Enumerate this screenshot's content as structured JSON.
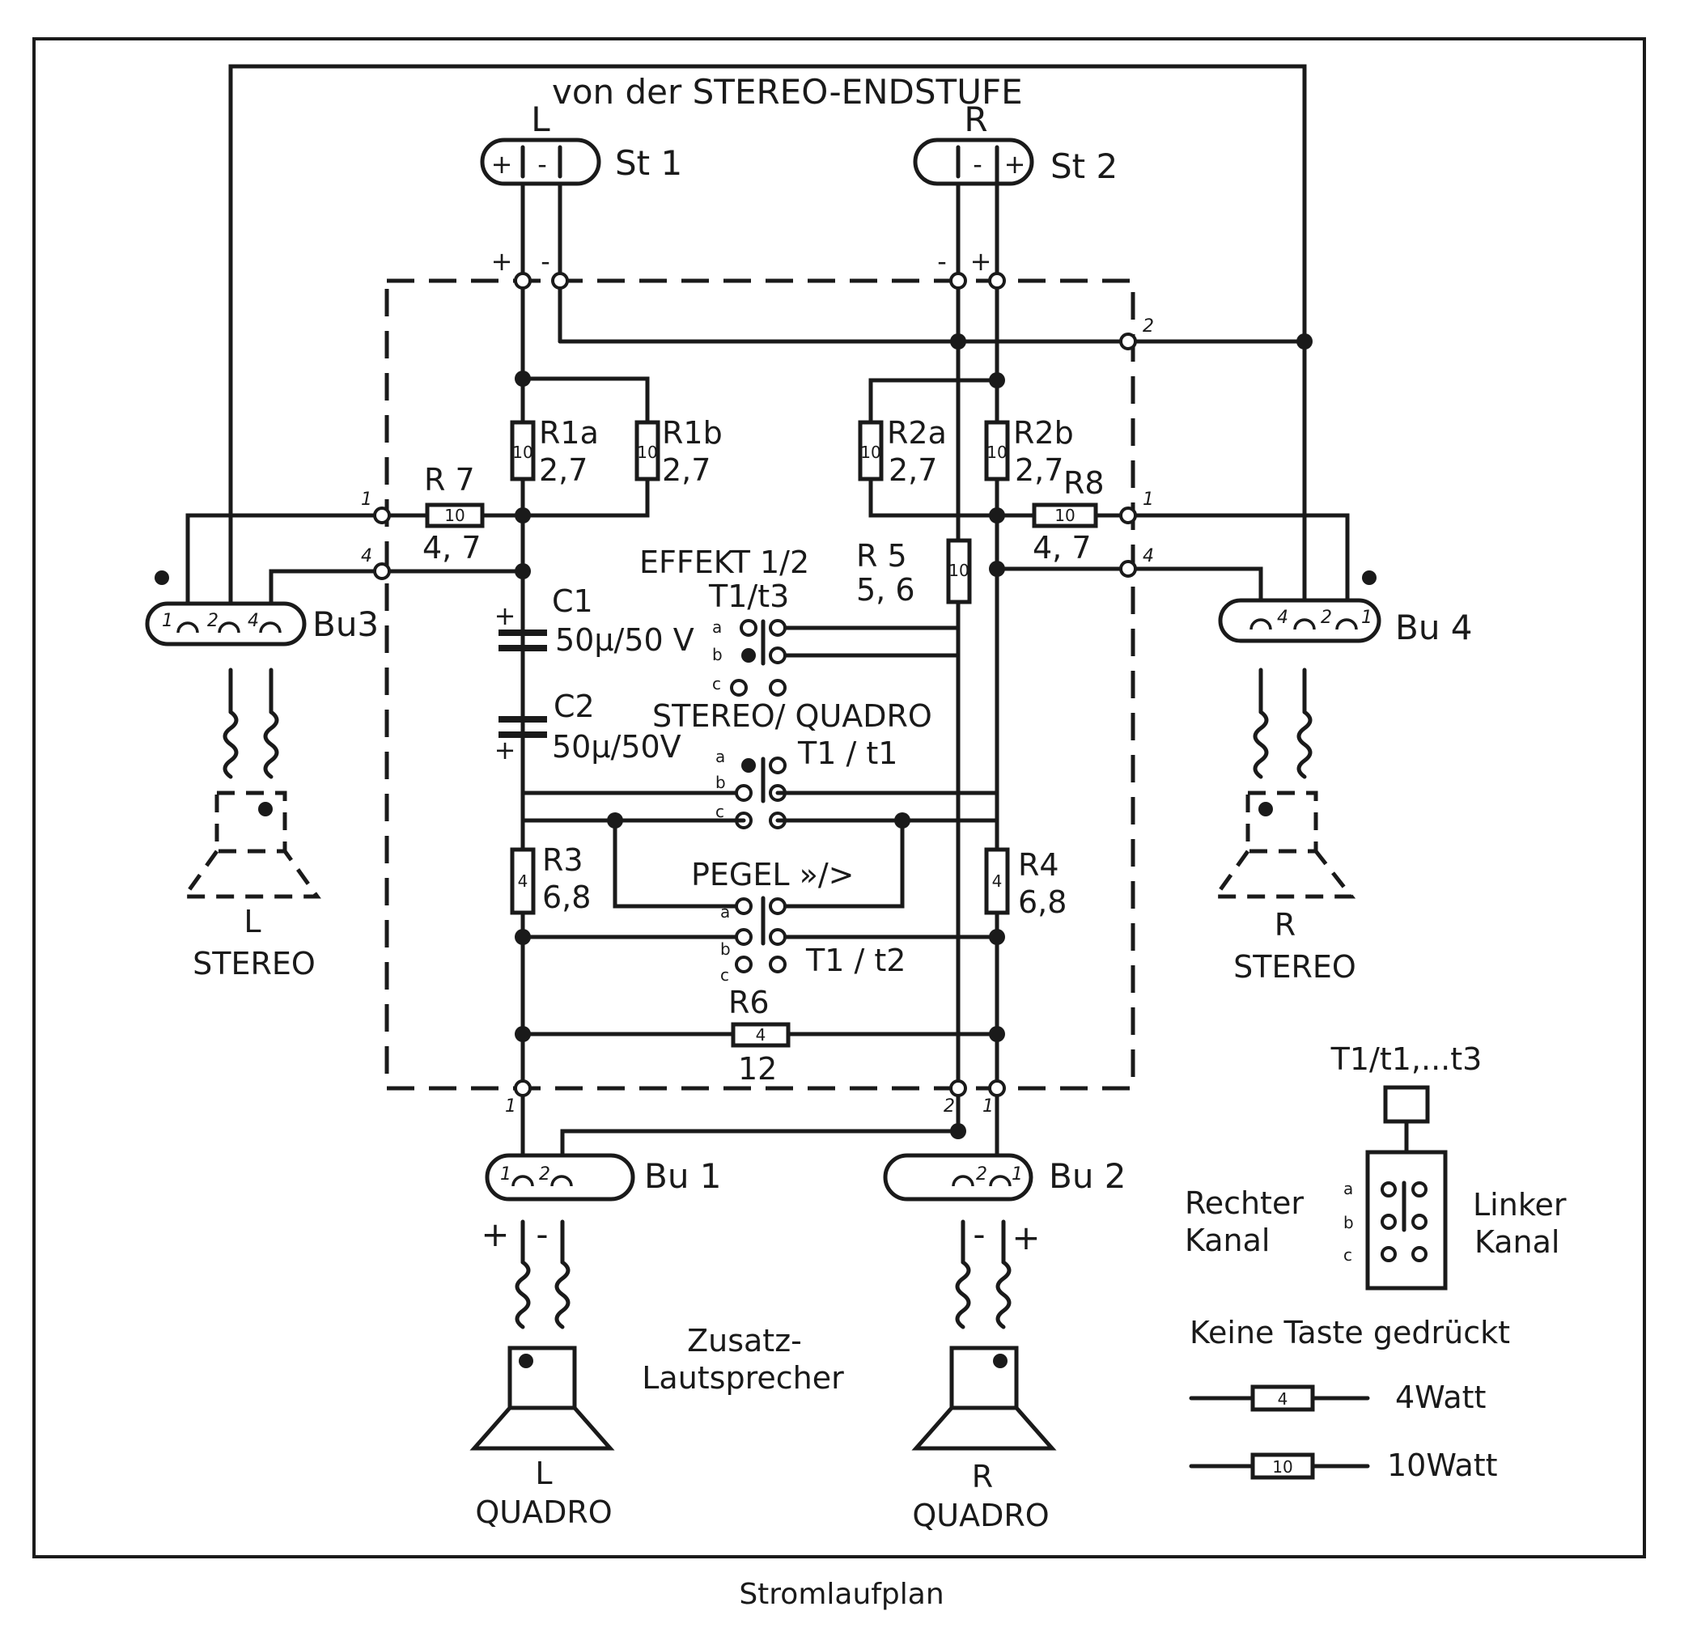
{
  "source": {
    "label": "von der STEREO-ENDSTUFE",
    "left": "L",
    "right": "R"
  },
  "plugs": {
    "st1": "St 1",
    "st2": "St 2"
  },
  "polarity": {
    "plus": "+",
    "minus": "-"
  },
  "sockets": {
    "bu1": "Bu 1",
    "bu2": "Bu 2",
    "bu3": "Bu3",
    "bu4": "Bu 4"
  },
  "pins": {
    "p1": "1",
    "p2": "2",
    "p4": "4"
  },
  "resistors": {
    "r1a": {
      "name": "R1a",
      "value": "2,7",
      "watt": "10"
    },
    "r1b": {
      "name": "R1b",
      "value": "2,7",
      "watt": "10"
    },
    "r2a": {
      "name": "R2a",
      "value": "2,7",
      "watt": "10"
    },
    "r2b": {
      "name": "R2b",
      "value": "2,7",
      "watt": "10"
    },
    "r3": {
      "name": "R3",
      "value": "6,8",
      "watt": "4"
    },
    "r4": {
      "name": "R4",
      "value": "6,8",
      "watt": "4"
    },
    "r5": {
      "name": "R 5",
      "value": "5, 6",
      "watt": "10"
    },
    "r6": {
      "name": "R6",
      "value": "12",
      "watt": "4"
    },
    "r7": {
      "name": "R 7",
      "value": "4, 7",
      "watt": "10"
    },
    "r8": {
      "name": "R8",
      "value": "4, 7",
      "watt": "10"
    }
  },
  "capacitors": {
    "c1": {
      "name": "C1",
      "value": "50µ/50 V"
    },
    "c2": {
      "name": "C2",
      "value": "50µ/50V"
    }
  },
  "switches": {
    "effekt": "EFFEKT 1/2",
    "t3": "T1/t3",
    "stereo_quadro": "STEREO/ QUADRO",
    "t1": "T1 / t1",
    "pegel": "PEGEL »/>",
    "t2": "T1 / t2",
    "contacts": {
      "a": "a",
      "b": "b",
      "c": "c"
    }
  },
  "speakers": {
    "left_stereo": {
      "side": "L",
      "type": "STEREO"
    },
    "right_stereo": {
      "side": "R",
      "type": "STEREO"
    },
    "left_quadro": {
      "side": "L",
      "type": "QUADRO"
    },
    "right_quadro": {
      "side": "R",
      "type": "QUADRO"
    },
    "zusatz_line1": "Zusatz-",
    "zusatz_line2": "Lautsprecher"
  },
  "legend": {
    "switch_title": "T1/t1,...t3",
    "rechter_1": "Rechter",
    "rechter_2": "Kanal",
    "linker_1": "Linker",
    "linker_2": "Kanal",
    "keine_taste": "Keine  Taste  gedrückt",
    "watt4_code": "4",
    "watt4_label": "4Watt",
    "watt10_code": "10",
    "watt10_label": "10Watt"
  },
  "caption": "Stromlaufplan"
}
